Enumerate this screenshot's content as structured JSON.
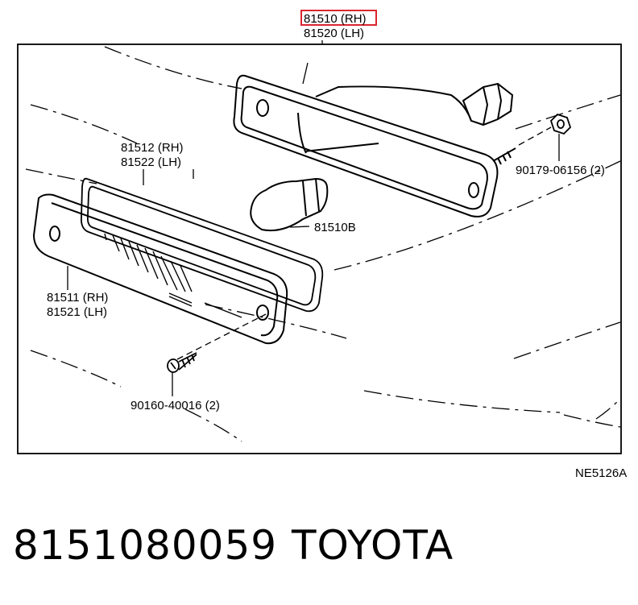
{
  "diagram": {
    "labels": {
      "lamp_rh": "81510 (RH)",
      "lamp_lh": "81520 (LH)",
      "gasket_rh": "81512 (RH)",
      "gasket_lh": "81522 (LH)",
      "bulb": "81510B",
      "nut": "90179-06156 (2)",
      "lens_rh": "81511 (RH)",
      "lens_lh": "81521 (LH)",
      "screw": "90160-40016 (2)",
      "figure_code": "NE5126A"
    },
    "highlight_color": "#d9262e"
  },
  "footer": {
    "part_number": "8151080059",
    "brand": "TOYOTA"
  }
}
